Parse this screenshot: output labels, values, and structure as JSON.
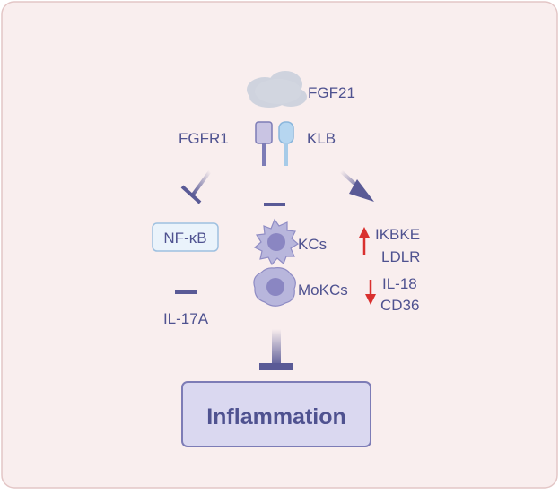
{
  "ligand": {
    "label": "FGF21"
  },
  "receptors": {
    "fgfr1": "FGFR1",
    "klb": "KLB"
  },
  "nfkb": {
    "label": "NF-κB"
  },
  "il17a": {
    "label": "IL-17A"
  },
  "cells": {
    "kcs": "KCs",
    "mokcs": "MoKCs"
  },
  "upregulated": [
    "IKBKE",
    "LDLR"
  ],
  "downregulated": [
    "IL-18",
    "CD36"
  ],
  "outcome": {
    "label": "Inflammation"
  },
  "colors": {
    "background": "#f9eeee",
    "border": "#e3c6c6",
    "text": "#4f5290",
    "inhibit": "#5a5a96",
    "arrow_up": "#d9302e",
    "arrow_down": "#d9302e",
    "box_fill": "#dad8f0",
    "box_stroke": "#7d7cb6",
    "nfkb_fill": "#eaf3fb",
    "nfkb_stroke": "#9ec0e0",
    "cell_fill": "#b8b6dc",
    "cell_nucleus": "#8a86c2",
    "ligand_fill": "#cfd3de",
    "fgfr1_fill": "#c9c4e3",
    "klb_fill": "#b6d6f0"
  }
}
